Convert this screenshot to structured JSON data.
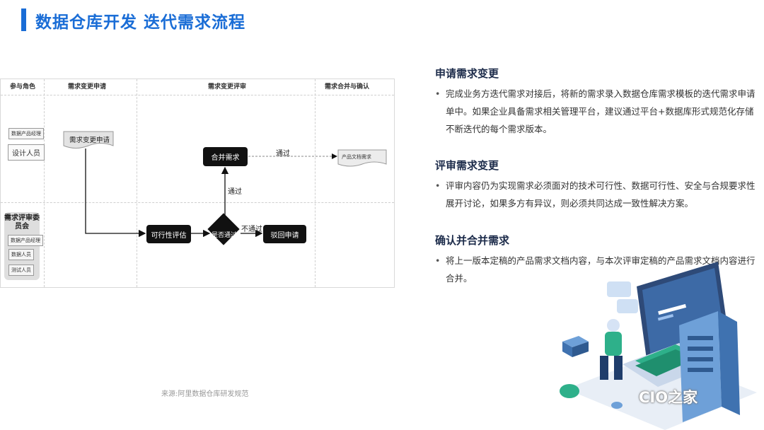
{
  "title": "数据仓库开发 迭代需求流程",
  "diagram": {
    "columns": [
      "参与角色",
      "需求变更申请",
      "需求变更评审",
      "需求合并与确认"
    ],
    "roles": {
      "product_manager": "数据产品经理",
      "designer": "设计人员",
      "committee_title": "需求评审委员会",
      "committee_members": [
        "数据产品经理",
        "数据人员",
        "测试人员"
      ]
    },
    "nodes": {
      "request": "需求变更申请",
      "merge": "合并需求",
      "product_doc": "产品文档需求",
      "feasibility": "可行性评估",
      "decision": "是否通过",
      "reject": "驳回申请"
    },
    "edge_labels": {
      "pass_right": "通过",
      "pass_up": "通过",
      "fail": "不通过"
    }
  },
  "source": "来源:阿里数据仓库研发规范",
  "sections": [
    {
      "title": "申请需求变更",
      "text": "完成业务方迭代需求对接后，将新的需求录入数据仓库需求模板的迭代需求申请单中。如果企业具备需求相关管理平台，建议通过平台+数据库形式规范化存储不断迭代的每个需求版本。"
    },
    {
      "title": "评审需求变更",
      "text": "评审内容仍为实现需求必须面对的技术可行性、数据可行性、安全与合规要求性展开讨论，如果多方有异议，则必须共同达成一致性解决方案。"
    },
    {
      "title": "确认并合并需求",
      "text": "将上一版本定稿的产品需求文档内容，与本次评审定稿的产品需求文档内容进行合并。"
    }
  ],
  "brand": "CIO之家",
  "colors": {
    "accent": "#1a6dd6",
    "node": "#111111"
  }
}
